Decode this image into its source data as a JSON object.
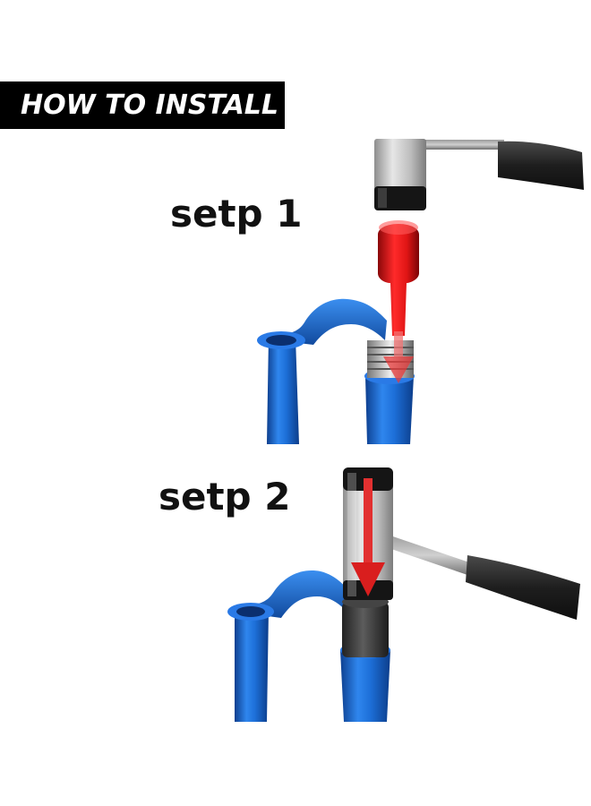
{
  "banner": {
    "title": "HOW TO INSTALL"
  },
  "steps": [
    {
      "label": "setp 1"
    },
    {
      "label": "setp 2"
    }
  ],
  "colors": {
    "banner_bg": "#000000",
    "banner_text": "#ffffff",
    "fork_blue": "#1f6fd6",
    "cap_red": "#e0161b",
    "arrow_red": "#e83a3a",
    "hammer_head": "#c8c8c8",
    "handle_dark": "#2a2a2a"
  },
  "icons": {
    "step1": [
      "mallet-icon",
      "red-plug-cap-icon",
      "fork-stanchion-icon",
      "down-arrow-icon"
    ],
    "step2": [
      "mallet-icon",
      "fork-stanchion-icon",
      "down-arrow-icon"
    ]
  }
}
